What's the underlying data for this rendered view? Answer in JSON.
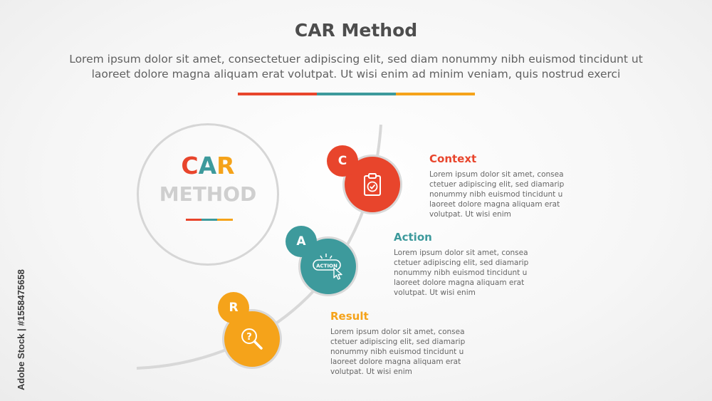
{
  "header": {
    "title": "CAR Method",
    "subtitle_line1": "Lorem ipsum dolor sit amet, consectetuer adipiscing elit, sed diam nonummy nibh euismod tincidunt ut",
    "subtitle_line2": "laoreet dolore magna aliquam erat volutpat. Ut wisi enim ad minim veniam, quis nostrud exerci"
  },
  "center": {
    "letters": [
      "C",
      "A",
      "R"
    ],
    "word": "METHOD"
  },
  "steps": [
    {
      "letter": "C",
      "title": "Context",
      "icon": "clipboard-check-icon",
      "desc": [
        "Lorem ipsum dolor sit amet, consea",
        "ctetuer adipiscing elit, sed diamarip",
        "nonummy nibh euismod tincidunt u",
        "laoreet dolore magna aliquam erat",
        "volutpat. Ut wisi enim"
      ]
    },
    {
      "letter": "A",
      "title": "Action",
      "icon": "action-click-icon",
      "icon_label": "ACTION",
      "desc": [
        "Lorem ipsum dolor sit amet, consea",
        "ctetuer adipiscing elit, sed diamarip",
        "nonummy nibh euismod tincidunt u",
        "laoreet dolore magna aliquam erat",
        "volutpat. Ut wisi enim"
      ]
    },
    {
      "letter": "R",
      "title": "Result",
      "icon": "search-question-icon",
      "desc": [
        "Lorem ipsum dolor sit amet, consea",
        "ctetuer adipiscing elit, sed diamarip",
        "nonummy nibh euismod tincidunt u",
        "laoreet dolore magna aliquam erat",
        "volutpat. Ut wisi enim"
      ]
    }
  ],
  "side_credit": "Adobe Stock | #1558475658",
  "colors": {
    "context": "#e8452c",
    "action": "#3d9a9c",
    "result": "#f5a31a",
    "title_text": "#4d4d4d"
  }
}
